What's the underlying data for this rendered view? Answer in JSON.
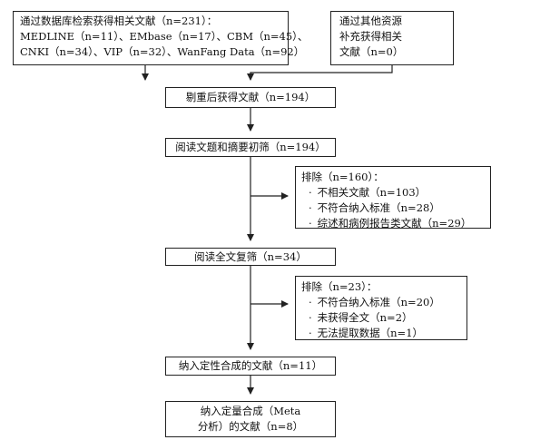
{
  "boxes": {
    "database_search": {
      "lines": [
        "通过数据库检索获得相关文献（n=231）：",
        "MEDLINE（n=11）、EMbase（n=17）、CBM（n=45）、",
        "CNKI（n=34）、VIP（n=32）、WanFang Data（n=92）"
      ]
    },
    "other_sources": {
      "lines": [
        "通过其他资源",
        "补充获得相关",
        "文献（n=0）"
      ]
    },
    "after_dedup": {
      "text": "剔重后获得文献（n=194）"
    },
    "title_abstract_screen": {
      "text": "阅读文题和摘要初筛（n=194）"
    },
    "exclusion_1": {
      "heading": "排除（n=160）：",
      "items": [
        "不相关文献（n=103）",
        "不符合纳入标准（n=28）",
        "综述和病例报告类文献（n=29）"
      ]
    },
    "fulltext_screen": {
      "text": "阅读全文复筛（n=34）"
    },
    "exclusion_2": {
      "heading": "排除（n=23）：",
      "items": [
        "不符合纳入标准（n=20）",
        "未获得全文（n=2）",
        "无法提取数据（n=1）"
      ]
    },
    "qualitative_synthesis": {
      "text": "纳入定性合成的文献（n=11）"
    },
    "quantitative_synthesis": {
      "lines": [
        "纳入定量合成（Meta",
        "分析）的文献（n=8）"
      ]
    }
  }
}
